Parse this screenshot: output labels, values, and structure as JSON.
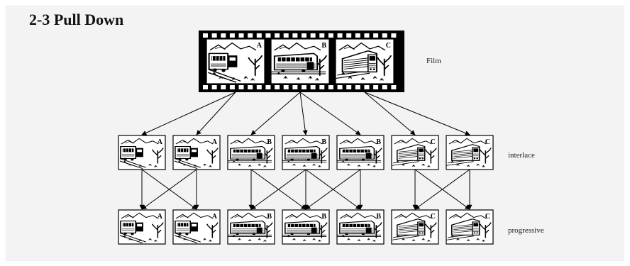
{
  "title": "2-3 Pull Down",
  "labels": {
    "film": "Film",
    "interlace": "interlace",
    "progressive": "progressive"
  },
  "film_frames": [
    "A",
    "B",
    "C"
  ],
  "interlace_frames": [
    "A",
    "A",
    "B",
    "B",
    "B",
    "C",
    "C"
  ],
  "progressive_frames": [
    "A",
    "A",
    "B",
    "B",
    "B",
    "C",
    "C"
  ],
  "frame_picture": {
    "A": "train-rear-view",
    "B": "train-side-view",
    "C": "train-front-view"
  },
  "colors": {
    "background": "#f3f3f3",
    "film_strip": "#000000",
    "frame_border": "#000000",
    "text": "#111111"
  }
}
